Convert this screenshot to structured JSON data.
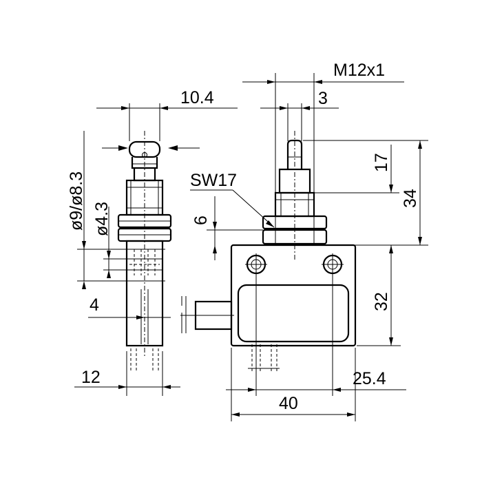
{
  "colors": {
    "line": "#000000",
    "background": "#ffffff"
  },
  "dimensions": {
    "roller_width": "10.4",
    "thread": "M12x1",
    "plunger_width": "3",
    "diameters": "ø9/ø8.3",
    "small_diameter": "ø4.3",
    "wrench_size": "SW17",
    "nut_height": "6",
    "overall_height": "34",
    "plunger_height": "17",
    "body_height": "32",
    "cable_dim": "4",
    "side_width": "12",
    "hole_spacing": "25.4",
    "body_width": "40"
  }
}
